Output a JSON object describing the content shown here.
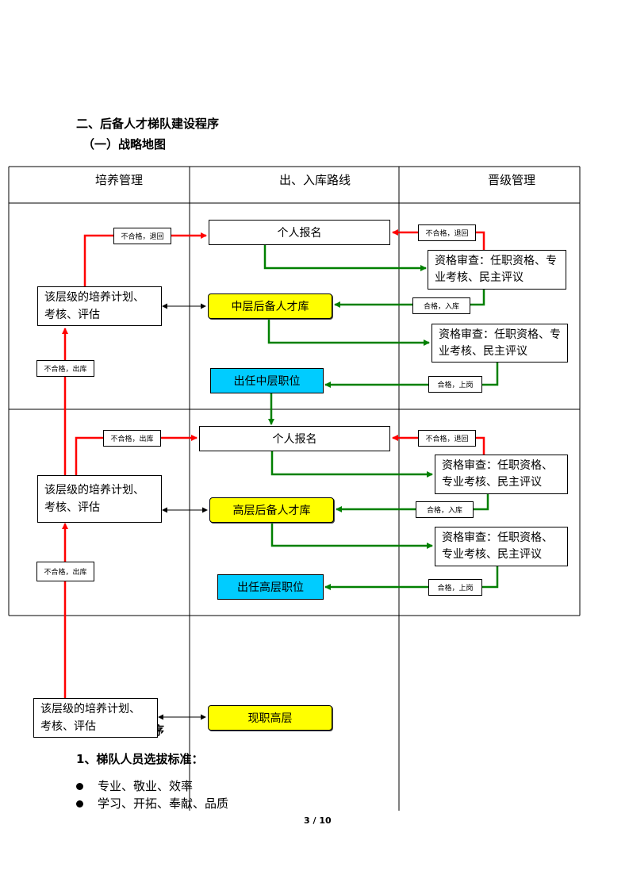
{
  "headings": {
    "section": "二、后备人才梯队建设程序",
    "subsection": "（一）战略地图"
  },
  "columns": {
    "training": "培养管理",
    "route": "出、入库路线",
    "promotion": "晋级管理"
  },
  "middle": {
    "signup1": "个人报名",
    "review1": "资格审查：任职资格、专业考核、民主评议",
    "pool_mid": "中层后备人才库",
    "review2": "资格审查：任职资格、专业考核、民主评议",
    "post_mid": "出任中层职位",
    "train_plan1": "该层级的培养计划、考核、评估",
    "tag_fail_return1": "不合格，退回",
    "tag_fail_return1b": "不合格，退回",
    "tag_pass_in1": "合格，入库",
    "tag_pass_post1": "合格，上岗",
    "tag_fail_out1": "不合格，出库"
  },
  "senior": {
    "signup2": "个人报名",
    "review3": "资格审查：任职资格、专业考核、民主评议",
    "pool_high": "高层后备人才库",
    "review4": "资格审查：任职资格、专业考核、民主评议",
    "post_high": "出任高层职位",
    "train_plan2": "该层级的培养计划、考核、评估",
    "tag_fail_out2": "不合格，出库",
    "tag_fail_return2": "不合格，退回",
    "tag_pass_in2": "合格，入库",
    "tag_pass_post2": "合格，上岗",
    "tag_fail_out3": "不合格，出库"
  },
  "current": {
    "train_plan3": "该层级的培养计划、考核、评估",
    "current_senior": "现职高层"
  },
  "overlap_text": "序",
  "list": {
    "title": "1、梯队人员选拔标准：",
    "items": [
      "专业、敬业、效率",
      "学习、开拓、奉献、品质"
    ]
  },
  "page_number": "3 / 10",
  "colors": {
    "red_arrow": "#ff0000",
    "green_arrow": "#008000",
    "pool_fill": "#ffff00",
    "post_fill": "#00ccff"
  }
}
